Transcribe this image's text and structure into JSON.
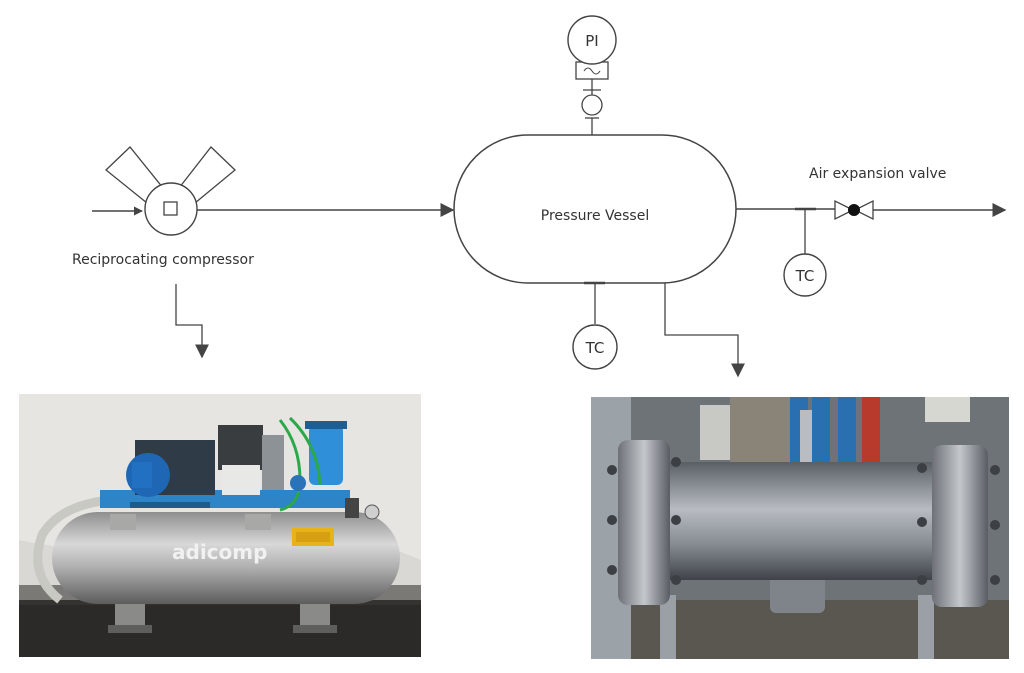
{
  "labels": {
    "compressor": "Reciprocating compressor",
    "vessel": "Pressure Vessel",
    "valve": "Air expansion valve",
    "pressure_indicator": "PI",
    "temperature_controller_bottom": "TC",
    "temperature_controller_right": "TC"
  },
  "photos": {
    "compressor_brand": "adicomp"
  },
  "colors": {
    "line": "#444444",
    "text": "#333333"
  }
}
